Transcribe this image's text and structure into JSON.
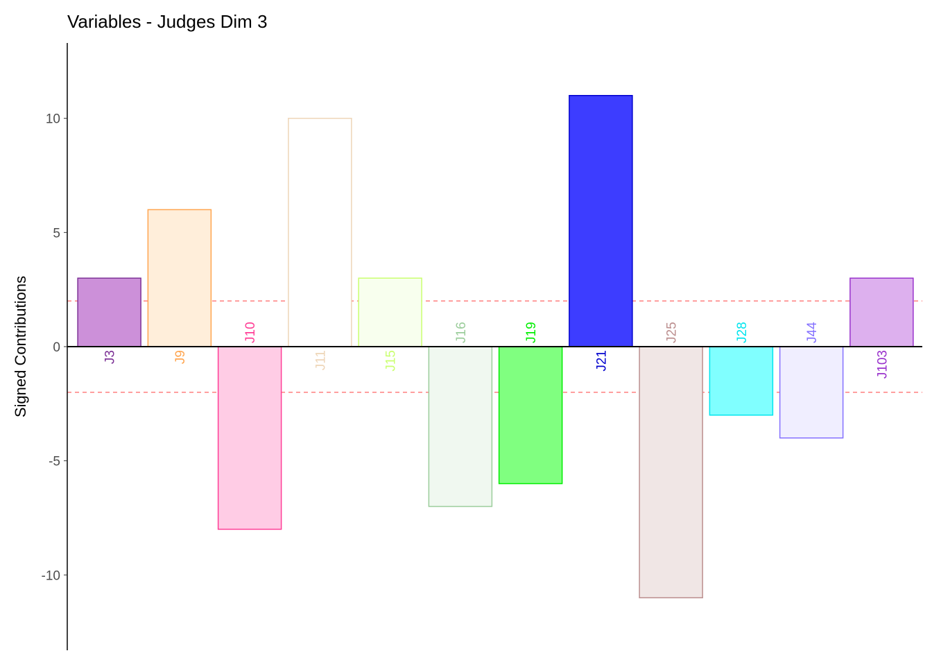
{
  "chart_data": {
    "type": "bar",
    "title": "Variables - Judges Dim 3",
    "xlabel": "",
    "ylabel": "Signed Contributions",
    "ylim": [
      -13.3,
      13.3
    ],
    "yticks": [
      10,
      5,
      0,
      -5,
      -10
    ],
    "ytick_labels": [
      "10",
      "5",
      "0",
      "-5",
      "-10"
    ],
    "threshold_lines": [
      2,
      -2
    ],
    "threshold_color": "#FF7F7F",
    "grid": false,
    "categories": [
      "J3",
      "J9",
      "J10",
      "J11",
      "J15",
      "J16",
      "J19",
      "J21",
      "J25",
      "J28",
      "J44",
      "J103"
    ],
    "values": [
      3,
      6,
      -8,
      10,
      3,
      -7,
      -6,
      11,
      -11,
      -3,
      -4,
      3
    ],
    "border_colors": [
      "#7D3296",
      "#FFA54F",
      "#FF3E96",
      "#EED5B7",
      "#CAFF70",
      "#9BCD9B",
      "#00EE00",
      "#0000CD",
      "#BC8F8F",
      "#00E5EE",
      "#8470FF",
      "#9932CC"
    ],
    "fill_colors": [
      "#CC90D9",
      "#FFEEDA",
      "#FFCCE5",
      "#FFFFFF",
      "#F8FFEE",
      "#F0F8F0",
      "#80FF80",
      "#3D3DFF",
      "#F0E6E5",
      "#80FFFF",
      "#F0EEFF",
      "#DDB0EE"
    ]
  }
}
